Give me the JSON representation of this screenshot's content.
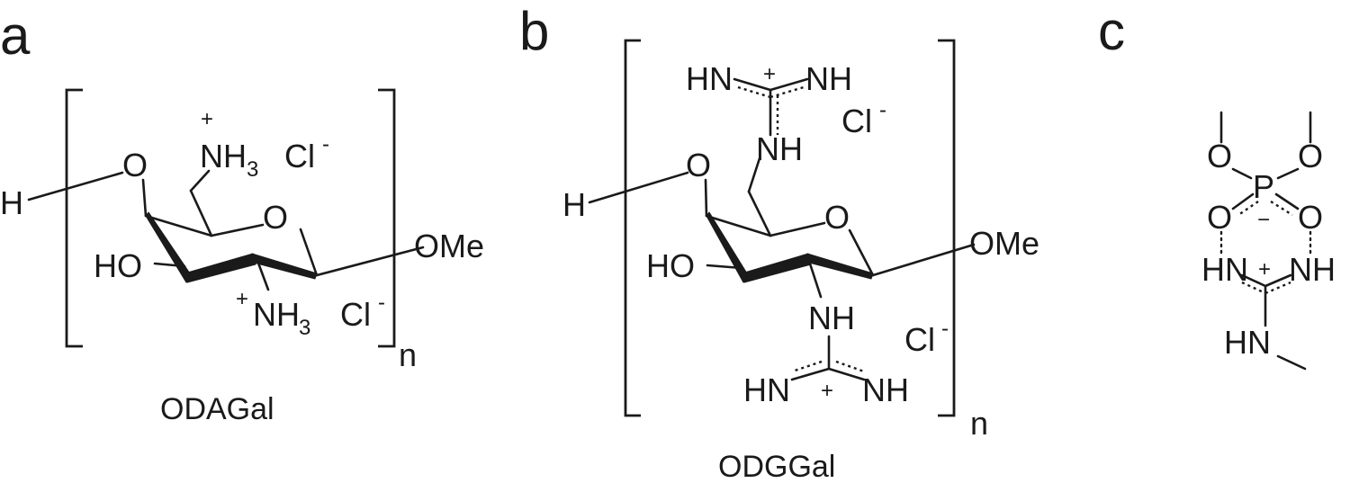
{
  "panels": {
    "a": {
      "label": "a",
      "name": "ODAGal",
      "atoms": {
        "H_end": "H",
        "O_link": "O",
        "NH_top": "NH",
        "sub3_top": "3",
        "plus_top": "+",
        "Cl_top": "Cl",
        "minus_top": "-",
        "O_ring": "O",
        "HO": "HO",
        "OMe": "OMe",
        "plus_bot": "+",
        "NH_bot": "NH",
        "sub3_bot": "3",
        "Cl_bot": "Cl",
        "minus_bot": "-",
        "n": "n"
      }
    },
    "b": {
      "label": "b",
      "name": "ODGGal",
      "atoms": {
        "HN_g1": "HN",
        "plus_g1": "+",
        "NH_g1": "NH",
        "Cl_1": "Cl",
        "minus_1": "-",
        "NH_link1": "NH",
        "H_end": "H",
        "O_link": "O",
        "O_ring": "O",
        "HO": "HO",
        "OMe": "OMe",
        "NH_link2": "NH",
        "Cl_2": "Cl",
        "minus_2": "-",
        "HN_g2": "HN",
        "plus_g2": "+",
        "NH_g2": "NH",
        "n": "n"
      }
    },
    "c": {
      "label": "c",
      "atoms": {
        "O_l": "O",
        "P": "P",
        "O_r": "O",
        "O_dl": "O",
        "minus": "−",
        "O_dr": "O",
        "HN_l": "HN",
        "plus": "+",
        "NH_r": "NH",
        "HN_b": "HN"
      }
    }
  }
}
